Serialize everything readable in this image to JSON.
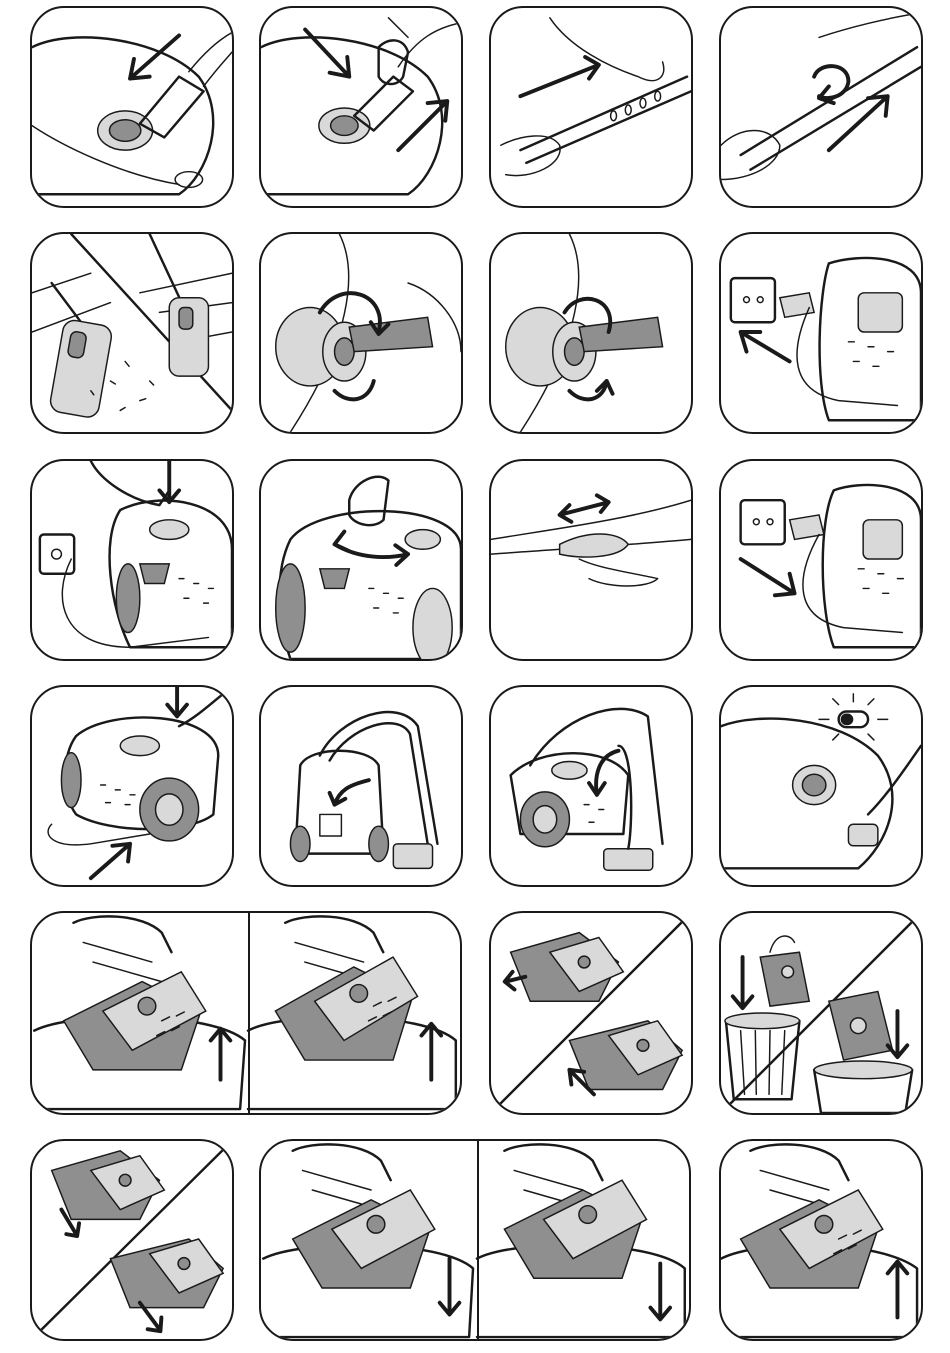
{
  "document": {
    "type": "wordless illustrated instruction sheet",
    "rows": 6,
    "columns": 4,
    "colors": {
      "ink": "#1a1a1a",
      "fill_grey": "#8f8f8f",
      "fill_light": "#d9d9d9",
      "paper": "#ffffff"
    }
  },
  "steps": [
    {
      "id": 1,
      "depicts": "hose-insert-into-vacuum-icon"
    },
    {
      "id": 2,
      "depicts": "hose-release-icon"
    },
    {
      "id": 3,
      "depicts": "telescopic-tube-extend-icon"
    },
    {
      "id": 4,
      "depicts": "tube-lock-rotate-icon"
    },
    {
      "id": 5,
      "depicts": "floor-nozzle-carpet-hard-floor-icon"
    },
    {
      "id": 6,
      "depicts": "dial-rotate-clockwise-icon"
    },
    {
      "id": 7,
      "depicts": "dial-rotate-counterclockwise-icon"
    },
    {
      "id": 8,
      "depicts": "cord-pull-from-socket-icon"
    },
    {
      "id": 9,
      "depicts": "foot-press-power-button-icon"
    },
    {
      "id": 10,
      "depicts": "suction-power-slider-icon"
    },
    {
      "id": 11,
      "depicts": "air-slide-adjust-icon"
    },
    {
      "id": 12,
      "depicts": "plug-into-socket-icon"
    },
    {
      "id": 13,
      "depicts": "cord-rewind-button-icon"
    },
    {
      "id": 14,
      "depicts": "upright-parking-position-icon"
    },
    {
      "id": 15,
      "depicts": "side-parking-position-icon"
    },
    {
      "id": 16,
      "depicts": "bag-full-indicator-icon"
    },
    {
      "id": 17,
      "depicts": "dust-bag-lift-out-icon"
    },
    {
      "id": 18,
      "depicts": "dust-bag-removal-sequence-icon"
    },
    {
      "id": 19,
      "depicts": "dust-bag-disposal-bin-icon"
    },
    {
      "id": 20,
      "depicts": "new-dust-bag-insert-icon"
    },
    {
      "id": 21,
      "depicts": "dust-bag-lower-into-compartment-icon"
    },
    {
      "id": 22,
      "depicts": "dust-bag-locked-in-place-icon"
    }
  ]
}
